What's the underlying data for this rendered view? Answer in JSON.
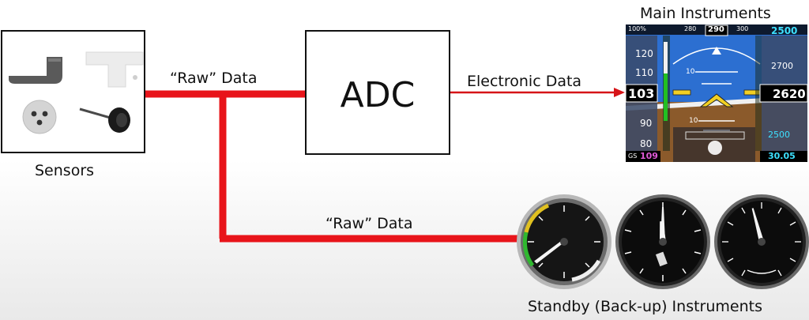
{
  "labels": {
    "raw_data_top": "“Raw” Data",
    "raw_data_bottom": "“Raw” Data",
    "adc": "ADC",
    "electronic_data": "Electronic Data",
    "sensors": "Sensors",
    "main_instruments": "Main Instruments",
    "standby_instruments": "Standby (Back-up) Instruments"
  },
  "pfd": {
    "battery": "100%",
    "heading": "290",
    "heading_left": "280",
    "heading_right": "300",
    "speed_ticks": [
      "120",
      "110",
      "90",
      "80"
    ],
    "airspeed": "103",
    "pitch_top": "10",
    "pitch_bottom": "10",
    "altitude_top": "2500",
    "alt_ticks": [
      "2700",
      "2500"
    ],
    "altitude": "2620",
    "ground_speed_label": "GS",
    "ground_speed": "109",
    "baro": "30.05"
  },
  "colors": {
    "data_line": "#e8141a",
    "arrow": "#d61418"
  }
}
